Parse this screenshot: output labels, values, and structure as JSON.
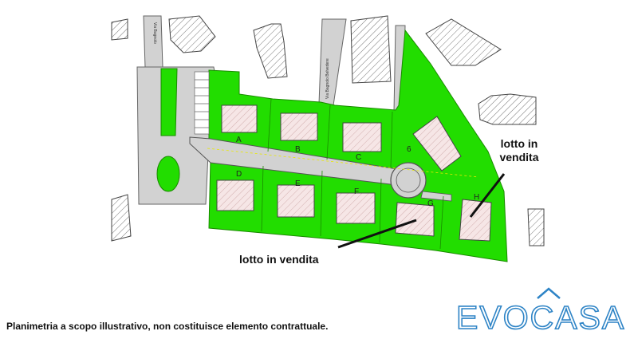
{
  "map": {
    "lots": [
      {
        "id": "A",
        "label": "A"
      },
      {
        "id": "B",
        "label": "B"
      },
      {
        "id": "C",
        "label": "C"
      },
      {
        "id": "6",
        "label": "6"
      },
      {
        "id": "D",
        "label": "D"
      },
      {
        "id": "E",
        "label": "E"
      },
      {
        "id": "F",
        "label": "F"
      },
      {
        "id": "G",
        "label": "G"
      },
      {
        "id": "H",
        "label": "H"
      }
    ],
    "streets": {
      "left": "Via Bagnolo",
      "middle": "Via Bagnolo Belvedere"
    },
    "annotations": {
      "right_line1": "lotto in",
      "right_line2": "vendita",
      "bottom": "lotto in vendita"
    },
    "colors": {
      "lot_green": "#22dd00",
      "building_fill": "#f3e3e3",
      "hatch": "#555555",
      "road": "#d2d2d2"
    }
  },
  "footer": {
    "disclaimer": "Planimetria a scopo illustrativo, non costituisce elemento contrattuale."
  },
  "logo": {
    "text": "EVOCASA",
    "color": "#2e84c6"
  }
}
